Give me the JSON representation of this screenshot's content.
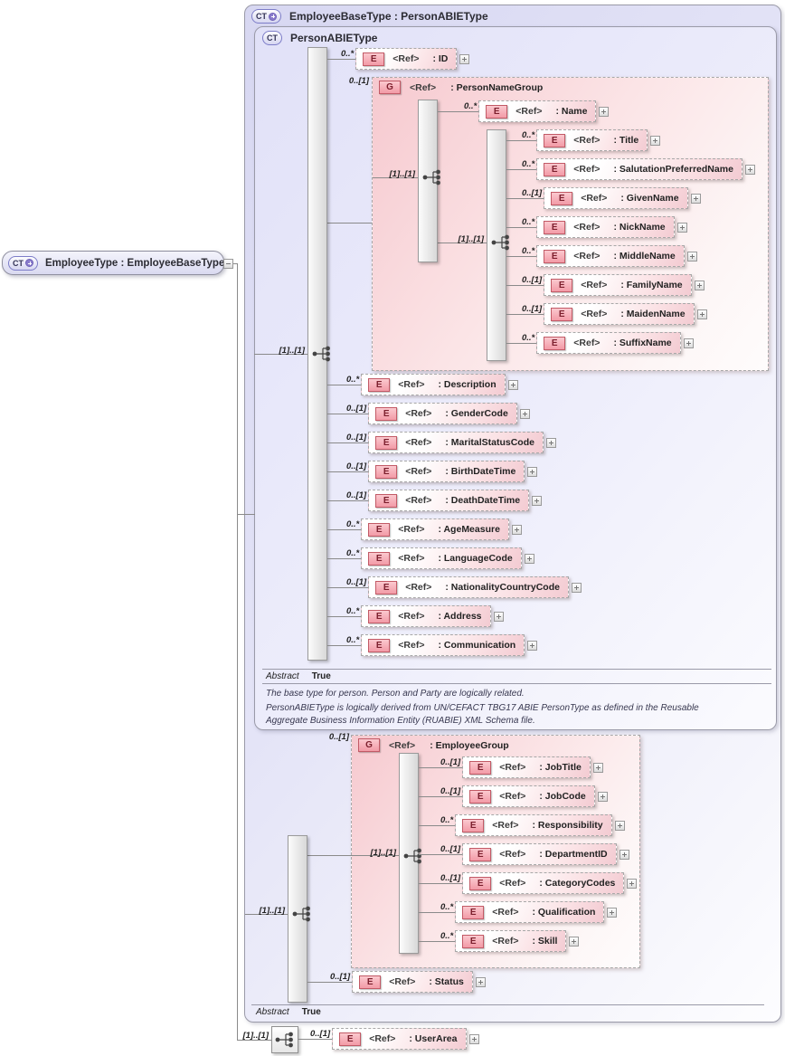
{
  "icons": {
    "complex_type": "CT",
    "element": "E",
    "group": "G"
  },
  "ref_label": "<Ref>",
  "labels": {
    "seq_card": "[1]..[1]"
  },
  "colors": {
    "lavender_box": "#dcdcf4",
    "group_pink": "#f6c9cf",
    "element_pink": "#f3cbd2",
    "element_icon_border": "#c25a66",
    "box_border": "#9a9aa8",
    "connector": "#8a8a8a"
  },
  "root_node": {
    "type_icon": "CT",
    "label": "EmployeeType : EmployeeBaseType"
  },
  "base_box": {
    "type_icon": "CT",
    "title": "EmployeeBaseType : PersonABIEType",
    "content_card": "[1]..[1]",
    "abstract_label": "Abstract",
    "abstract_value": "True",
    "employee_group": {
      "cardinality": "0..[1]",
      "icon": "G",
      "ref": "<Ref>",
      "label": ": EmployeeGroup",
      "seq_card": "[1]..[1]",
      "children": [
        {
          "cardinality": "0..[1]",
          "label": ": JobTitle"
        },
        {
          "cardinality": "0..[1]",
          "label": ": JobCode"
        },
        {
          "cardinality": "0..*",
          "label": ": Responsibility"
        },
        {
          "cardinality": "0..[1]",
          "label": ": DepartmentID"
        },
        {
          "cardinality": "0..[1]",
          "label": ": CategoryCodes"
        },
        {
          "cardinality": "0..*",
          "label": ": Qualification"
        },
        {
          "cardinality": "0..*",
          "label": ": Skill"
        }
      ]
    },
    "status_element": {
      "cardinality": "0..[1]",
      "label": ": Status"
    }
  },
  "person_box": {
    "type_icon": "CT",
    "title": "PersonABIEType",
    "seq_card": "[1]..[1]",
    "id_element": {
      "cardinality": "0..*",
      "label": ": ID"
    },
    "name_group": {
      "cardinality": "0..[1]",
      "icon": "G",
      "ref": "<Ref>",
      "label": ": PersonNameGroup",
      "outer_seq_card": "[1]..[1]",
      "inner_seq_card": "[1]..[1]",
      "name_element": {
        "cardinality": "0..*",
        "label": ": Name"
      },
      "children": [
        {
          "cardinality": "0..*",
          "label": ": Title"
        },
        {
          "cardinality": "0..*",
          "label": ": SalutationPreferredName"
        },
        {
          "cardinality": "0..[1]",
          "label": ": GivenName"
        },
        {
          "cardinality": "0..*",
          "label": ": NickName"
        },
        {
          "cardinality": "0..*",
          "label": ": MiddleName"
        },
        {
          "cardinality": "0..[1]",
          "label": ": FamilyName"
        },
        {
          "cardinality": "0..[1]",
          "label": ": MaidenName"
        },
        {
          "cardinality": "0..*",
          "label": ": SuffixName"
        }
      ]
    },
    "elements": [
      {
        "cardinality": "0..*",
        "label": ": Description"
      },
      {
        "cardinality": "0..[1]",
        "label": ": GenderCode"
      },
      {
        "cardinality": "0..[1]",
        "label": ": MaritalStatusCode"
      },
      {
        "cardinality": "0..[1]",
        "label": ": BirthDateTime"
      },
      {
        "cardinality": "0..[1]",
        "label": ": DeathDateTime"
      },
      {
        "cardinality": "0..*",
        "label": ": AgeMeasure"
      },
      {
        "cardinality": "0..*",
        "label": ": LanguageCode"
      },
      {
        "cardinality": "0..[1]",
        "label": ": NationalityCountryCode"
      },
      {
        "cardinality": "0..*",
        "label": ": Address"
      },
      {
        "cardinality": "0..*",
        "label": ": Communication"
      }
    ],
    "abstract_label": "Abstract",
    "abstract_value": "True",
    "doc1": "The base type for person. Person and Party are logically related.",
    "doc2": "PersonABIEType is logically derived from UN/CEFACT TBG17 ABIE PersonType as defined in the Reusable Aggregate Business Information Entity (RUABIE) XML Schema file."
  },
  "user_area": {
    "seq_card": "[1]..[1]",
    "element": {
      "cardinality": "0..[1]",
      "label": ": UserArea"
    }
  }
}
